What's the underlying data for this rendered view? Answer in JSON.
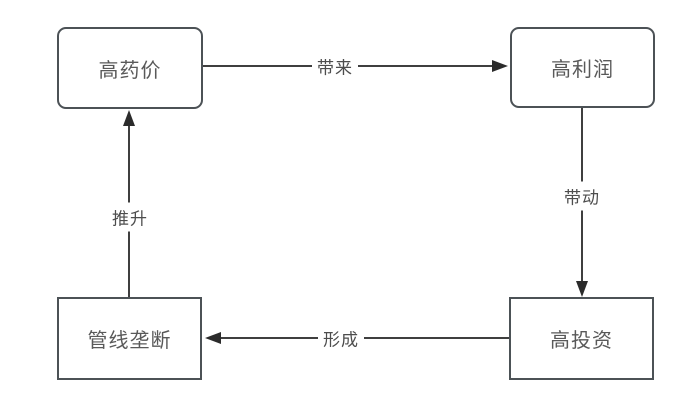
{
  "diagram": {
    "title": "drug-price-cycle-flowchart",
    "nodes": [
      {
        "id": "high-drug-price",
        "label": "高药价",
        "shape": "rounded-rect",
        "position": "top-left"
      },
      {
        "id": "high-profit",
        "label": "高利润",
        "shape": "rounded-rect",
        "position": "top-right"
      },
      {
        "id": "high-investment",
        "label": "高投资",
        "shape": "rect",
        "position": "bottom-right"
      },
      {
        "id": "pipeline-monopoly",
        "label": "管线垄断",
        "shape": "rect",
        "position": "bottom-left"
      }
    ],
    "edges": [
      {
        "from": "high-drug-price",
        "to": "high-profit",
        "label": "带来",
        "direction": "right"
      },
      {
        "from": "high-profit",
        "to": "high-investment",
        "label": "带动",
        "direction": "down"
      },
      {
        "from": "high-investment",
        "to": "pipeline-monopoly",
        "label": "形成",
        "direction": "left"
      },
      {
        "from": "pipeline-monopoly",
        "to": "high-drug-price",
        "label": "推升",
        "direction": "up"
      }
    ],
    "colors": {
      "background": "#ffffff",
      "node_border": "#4c5256",
      "node_fill": "#ffffff",
      "node_text": "#595959",
      "edge_line": "#3f3f3f",
      "arrowhead": "#2b2b2b",
      "edge_label_text": "#4d4d4d"
    }
  }
}
